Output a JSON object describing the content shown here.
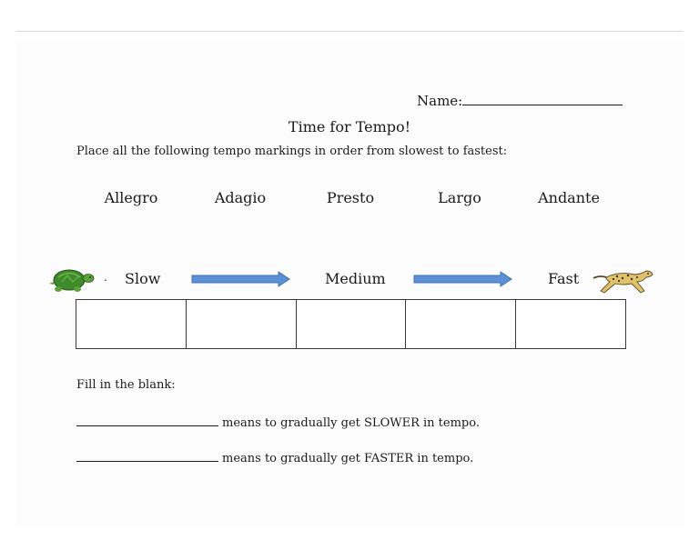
{
  "header": {
    "name_label": "Name:"
  },
  "worksheet": {
    "title": "Time for Tempo!",
    "instructions": "Place all the following tempo markings in order from slowest to fastest:",
    "markings": [
      "Allegro",
      "Adagio",
      "Presto",
      "Largo",
      "Andante"
    ],
    "scale": {
      "dot": ".",
      "slow": "Slow",
      "medium": "Medium",
      "fast": "Fast"
    },
    "answer_box_count": 5,
    "fill_in": {
      "heading": "Fill in the blank:",
      "items": [
        "means to gradually get SLOWER in tempo.",
        "means to gradually get FASTER in tempo."
      ]
    }
  },
  "colors": {
    "arrow_fill": "#5b8fd6",
    "arrow_stroke": "#3f6fb3",
    "turtle_shell": "#3f8a2a",
    "cheetah_spots": "#c9a14a"
  },
  "icons": {
    "turtle": "turtle-icon",
    "cheetah": "cheetah-icon",
    "arrow": "right-arrow-icon"
  }
}
